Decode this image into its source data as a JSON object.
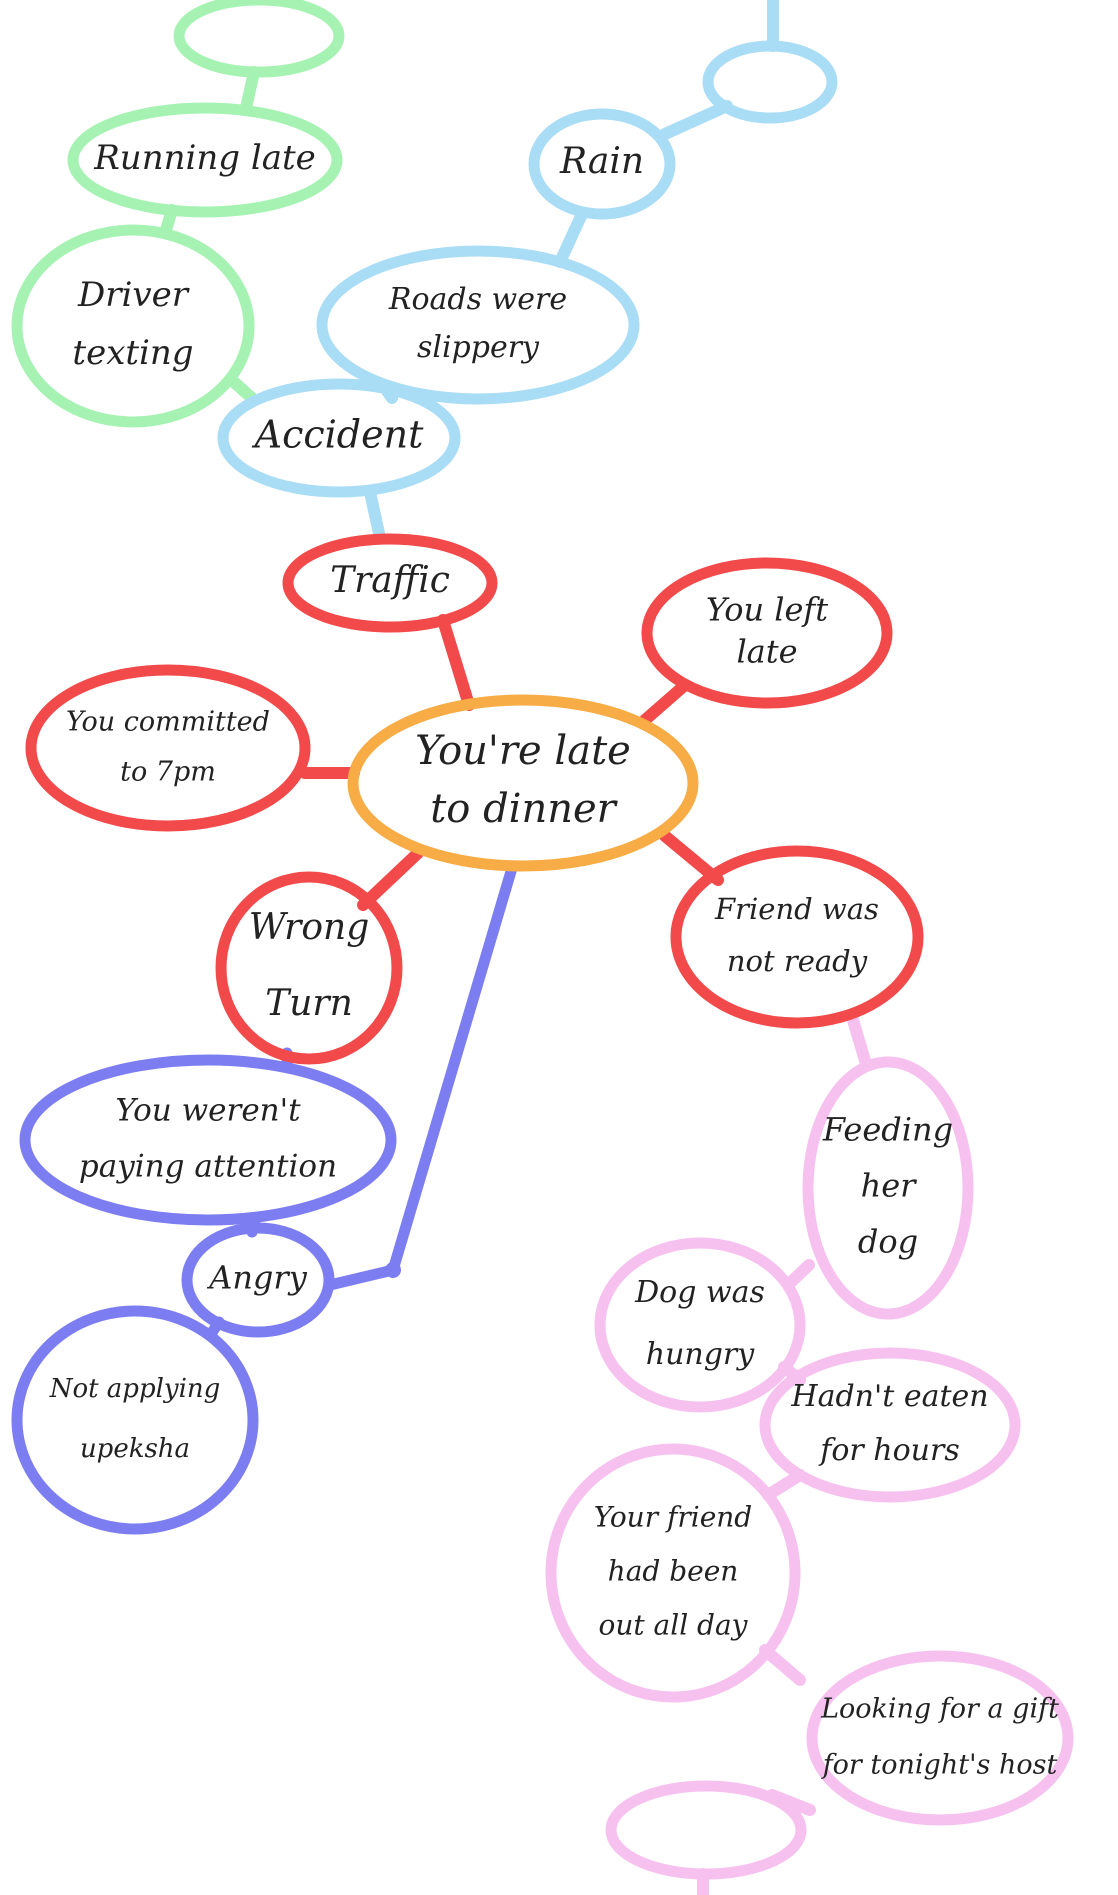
{
  "palette": {
    "red": "#f24a4a",
    "orange": "#f7ac45",
    "blue_light": "#a9dcf5",
    "green": "#a6f2b3",
    "purple": "#7d7df2",
    "pink": "#f7c1ef",
    "ink": "#222222"
  },
  "nodes": {
    "center": {
      "lines": [
        "You're late",
        "to dinner"
      ]
    },
    "traffic": {
      "lines": [
        "Traffic"
      ]
    },
    "left_late": {
      "lines": [
        "You left",
        "late"
      ]
    },
    "committed": {
      "lines": [
        "You committed",
        "to 7pm"
      ]
    },
    "friend_not_ready": {
      "lines": [
        "Friend was",
        "not ready"
      ]
    },
    "wrong_turn": {
      "lines": [
        "Wrong",
        "Turn"
      ]
    },
    "not_paying_attention": {
      "lines": [
        "You weren't",
        "paying attention"
      ]
    },
    "angry": {
      "lines": [
        "Angry"
      ]
    },
    "upeksha": {
      "lines": [
        "Not applying",
        "upeksha"
      ]
    },
    "accident": {
      "lines": [
        "Accident"
      ]
    },
    "driver_texting": {
      "lines": [
        "Driver",
        "texting"
      ]
    },
    "running_late": {
      "lines": [
        "Running late"
      ]
    },
    "green_empty": {
      "lines": []
    },
    "roads_slippery": {
      "lines": [
        "Roads were",
        "slippery"
      ]
    },
    "rain": {
      "lines": [
        "Rain"
      ]
    },
    "blue_empty": {
      "lines": []
    },
    "feeding_dog": {
      "lines": [
        "Feeding",
        "her",
        "dog"
      ]
    },
    "dog_hungry": {
      "lines": [
        "Dog was",
        "hungry"
      ]
    },
    "hadnt_eaten": {
      "lines": [
        "Hadn't eaten",
        "for hours"
      ]
    },
    "out_all_day": {
      "lines": [
        "Your friend",
        "had been",
        "out all day"
      ]
    },
    "gift": {
      "lines": [
        "Looking for a gift",
        "for tonight's host"
      ]
    },
    "pink_empty": {
      "lines": []
    }
  }
}
